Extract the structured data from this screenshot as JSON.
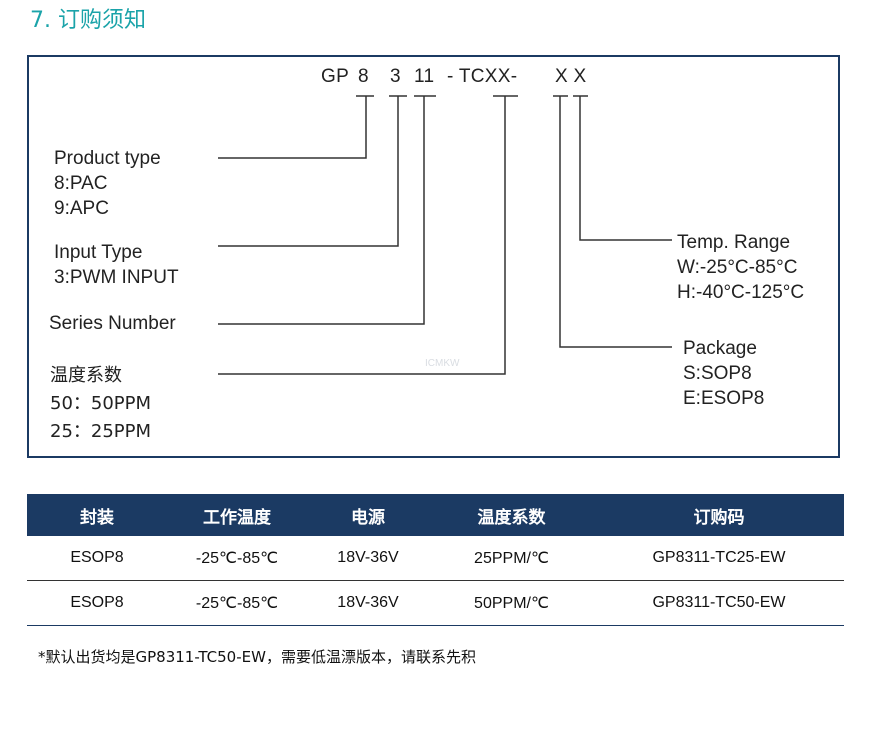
{
  "title": "7. 订购须知",
  "code": {
    "gp": "GP",
    "p8": "8",
    "p3": "3",
    "p11": "11",
    "tc": "- TCXX-",
    "xx": "X X"
  },
  "left_labels": {
    "product_type": {
      "heading": "Product type",
      "lines": [
        "8:PAC",
        "9:APC"
      ]
    },
    "input_type": {
      "heading": "Input Type",
      "lines": [
        "3:PWM INPUT"
      ]
    },
    "series_number": {
      "heading": "Series Number"
    },
    "temp_coeff": {
      "heading": "温度系数",
      "lines": [
        "50：50PPM",
        "25：25PPM"
      ]
    }
  },
  "right_labels": {
    "temp_range": {
      "heading": "Temp. Range",
      "lines": [
        "W:-25°C-85°C",
        "H:-40°C-125°C"
      ]
    },
    "package": {
      "heading": "Package",
      "lines": [
        "S:SOP8",
        "E:ESOP8"
      ]
    }
  },
  "watermark": "ICMKW",
  "table": {
    "headers": [
      "封装",
      "工作温度",
      "电源",
      "温度系数",
      "订购码"
    ],
    "rows": [
      [
        "ESOP8",
        "-25℃-85℃",
        "18V-36V",
        "25PPM/℃",
        "GP8311-TC25-EW"
      ],
      [
        "ESOP8",
        "-25℃-85℃",
        "18V-36V",
        "50PPM/℃",
        "GP8311-TC50-EW"
      ]
    ]
  },
  "note": "*默认出货均是GP8311-TC50-EW，需要低温漂版本，请联系先积",
  "colors": {
    "title": "#1aa3a9",
    "header_bg": "#1b3a63",
    "box_border": "#1b3a63"
  }
}
